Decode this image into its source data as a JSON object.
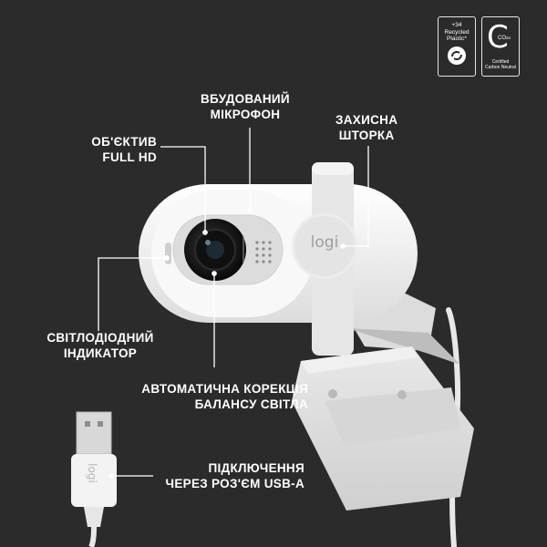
{
  "badges": {
    "recycled": {
      "line1": "+34",
      "line2": "Recycled",
      "line3": "Plastic*"
    },
    "carbon": {
      "mark": "C",
      "sub": "CO",
      "sub2": "2e",
      "line1": "Certified",
      "line2": "Carbon Neutral"
    }
  },
  "callouts": {
    "mic": {
      "line1": "ВБУДОВАНИЙ",
      "line2": "МІКРОФОН"
    },
    "shutter": {
      "line1": "ЗАХИСНА",
      "line2": "ШТОРКА"
    },
    "lens": {
      "line1": "ОБ'ЄКТИВ",
      "line2": "FULL HD"
    },
    "led": {
      "line1": "СВІТЛОДІОДНИЙ",
      "line2": "ІНДИКАТОР"
    },
    "light": {
      "line1": "АВТОМАТИЧНА КОРЕКЦІЯ",
      "line2": "БАЛАНСУ СВІТЛА"
    },
    "usb": {
      "line1": "ПІДКЛЮЧЕННЯ",
      "line2": "ЧЕРЕЗ РОЗ'ЄМ USB-A"
    }
  },
  "product": {
    "logo": "logi"
  },
  "colors": {
    "background": "#2b2b2b",
    "body": "#f2f2f2",
    "lines": "#ffffff"
  }
}
